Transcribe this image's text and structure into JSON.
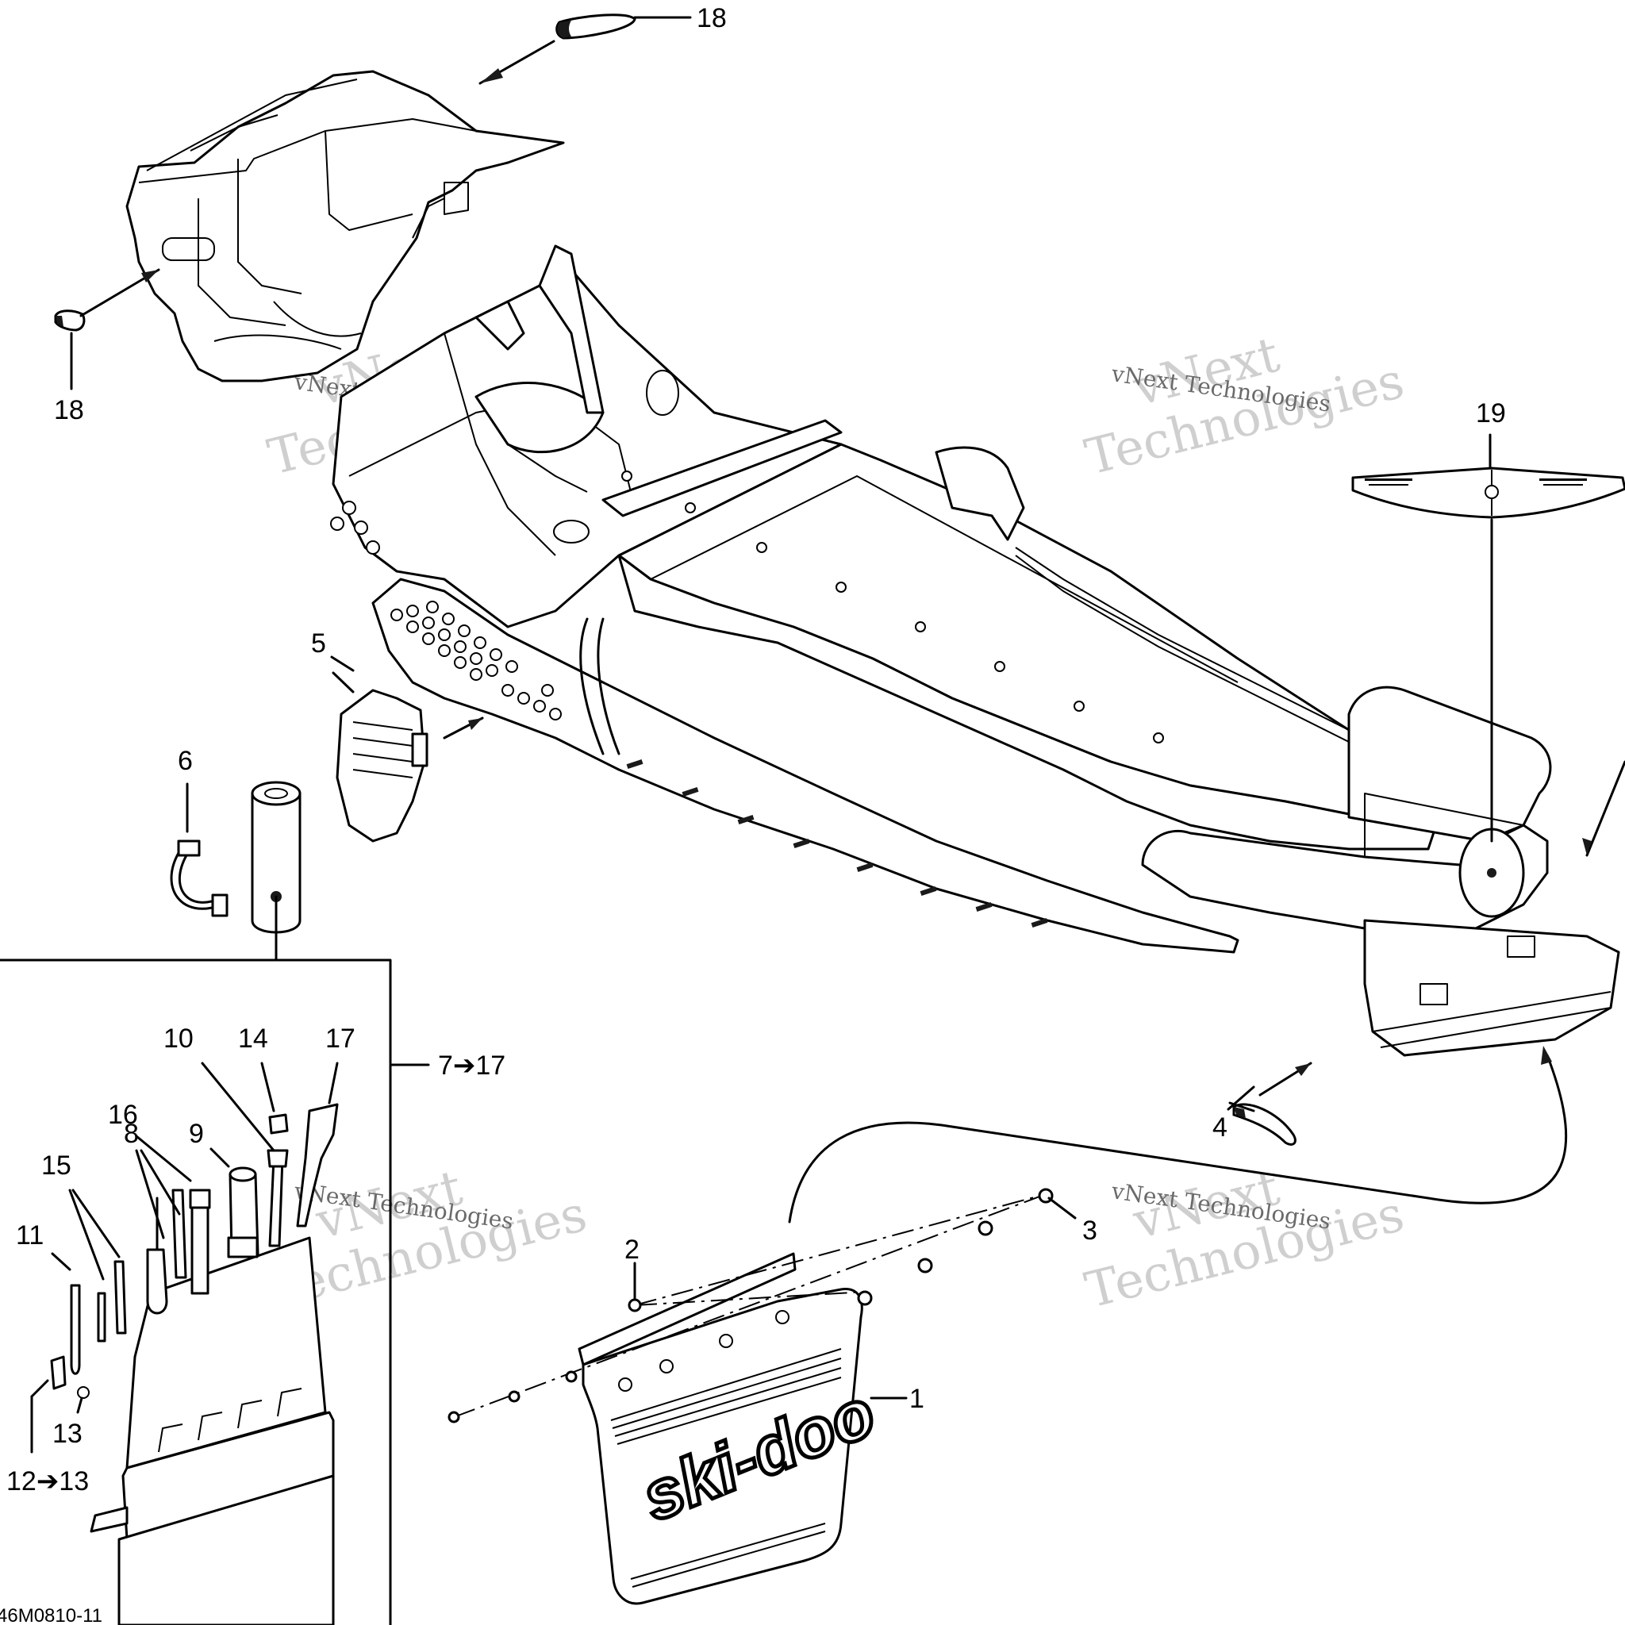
{
  "figure_code": "46M0810-11",
  "watermark": {
    "brand": "vNext",
    "company": "vNext Technologies"
  },
  "logo_text": "ski-doo",
  "callouts": {
    "c1": "1",
    "c2": "2",
    "c3": "3",
    "c4": "4",
    "c5": "5",
    "c6": "6",
    "c8": "8",
    "c9": "9",
    "c10": "10",
    "c11": "11",
    "c13": "13",
    "c14": "14",
    "c15": "15",
    "c16": "16",
    "c17": "17",
    "c18_top": "18",
    "c18_left": "18",
    "c19": "19",
    "range_7_17": "7➔17",
    "range_12_13": "12➔13"
  }
}
